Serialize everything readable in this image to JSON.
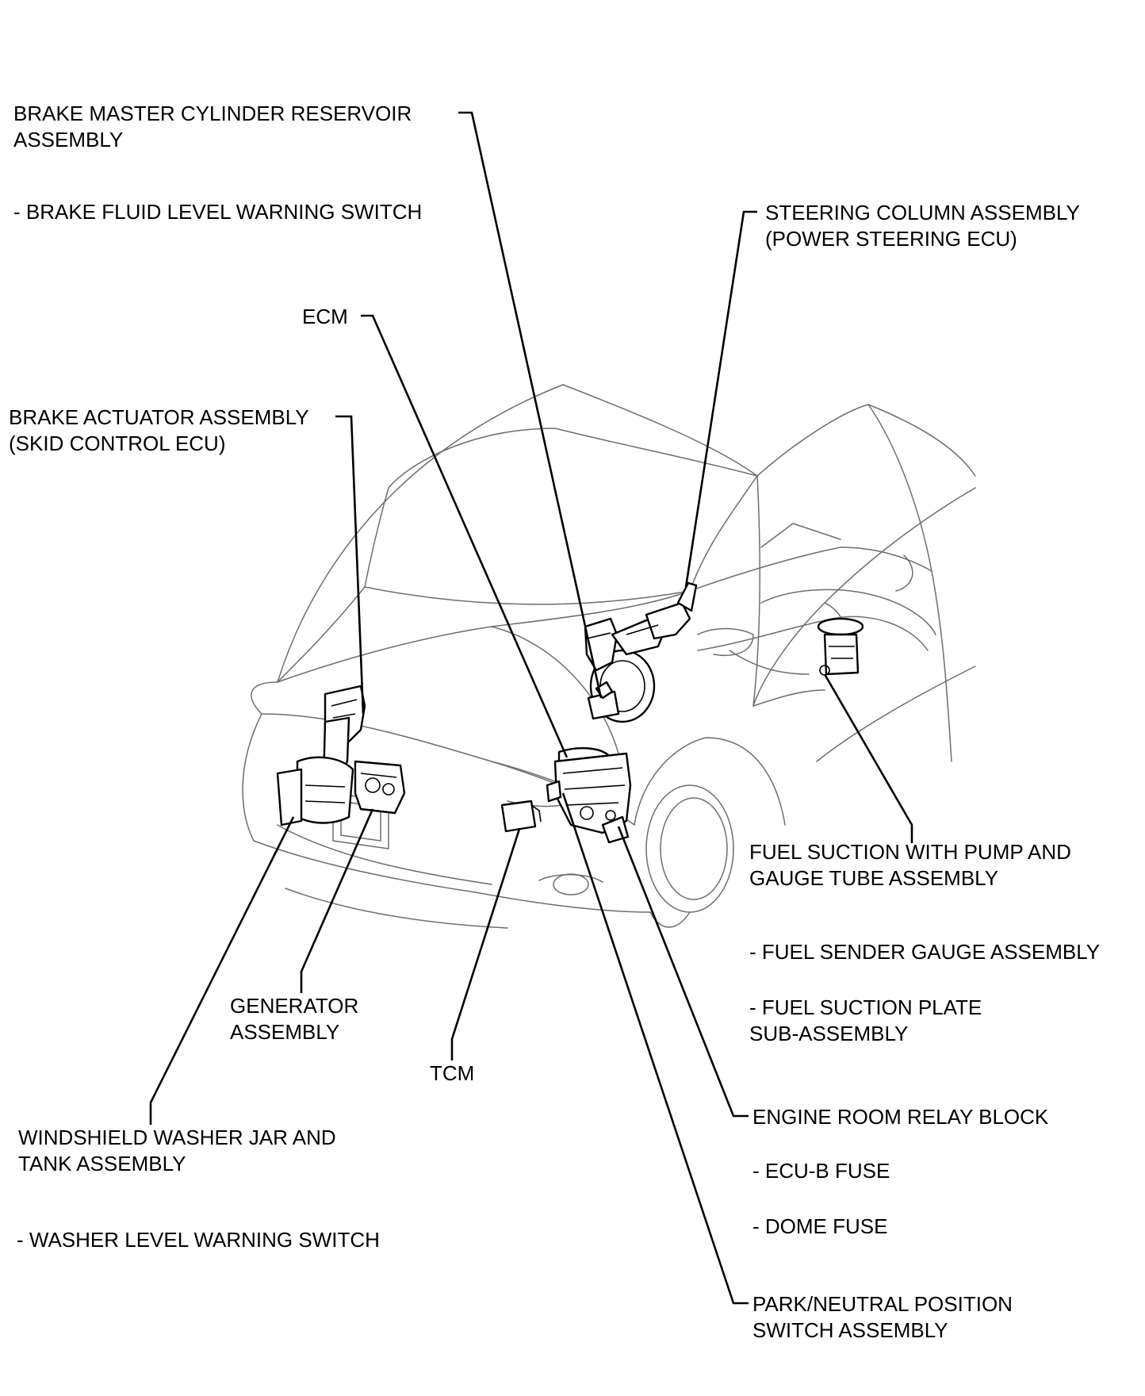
{
  "labels": {
    "brake_master": {
      "line1": "BRAKE MASTER CYLINDER RESERVOIR",
      "line2": "ASSEMBLY",
      "sub": "- BRAKE FLUID LEVEL WARNING SWITCH"
    },
    "steering_column": {
      "line1": "STEERING COLUMN ASSEMBLY",
      "line2": "(POWER STEERING ECU)"
    },
    "ecm": "ECM",
    "brake_actuator": {
      "line1": "BRAKE ACTUATOR ASSEMBLY",
      "line2": "(SKID CONTROL ECU)"
    },
    "fuel_suction": {
      "line1": "FUEL SUCTION WITH PUMP AND",
      "line2": "GAUGE TUBE ASSEMBLY",
      "sub1": "- FUEL SENDER GAUGE ASSEMBLY",
      "sub2_line1": "- FUEL SUCTION PLATE",
      "sub2_line2": "SUB-ASSEMBLY"
    },
    "generator": {
      "line1": "GENERATOR",
      "line2": "ASSEMBLY"
    },
    "tcm": "TCM",
    "engine_room_relay": {
      "line1": "ENGINE ROOM RELAY BLOCK",
      "sub1": "- ECU-B FUSE",
      "sub2": "- DOME FUSE"
    },
    "washer_jar": {
      "line1": "WINDSHIELD WASHER JAR AND",
      "line2": "TANK ASSEMBLY",
      "sub": "- WASHER LEVEL WARNING SWITCH"
    },
    "park_neutral": {
      "line1": "PARK/NEUTRAL POSITION",
      "line2": "SWITCH ASSEMBLY"
    }
  }
}
